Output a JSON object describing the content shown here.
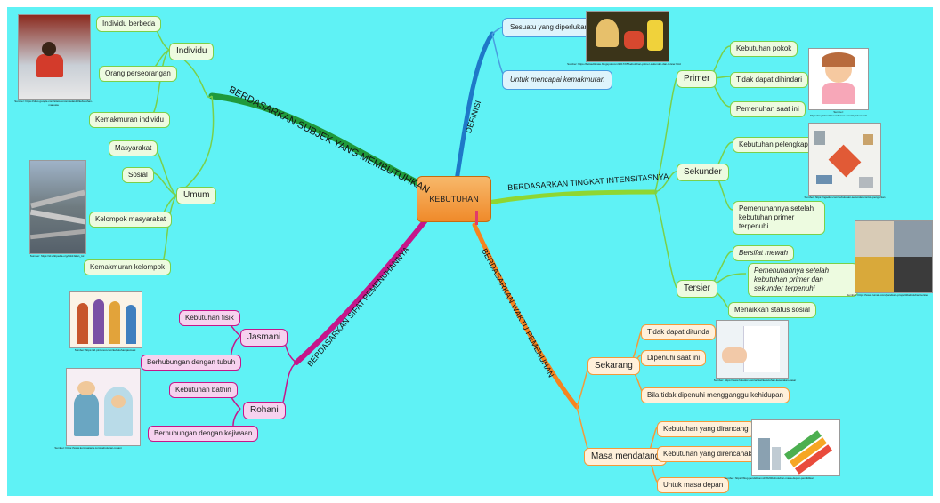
{
  "central": "KEBUTUHAN",
  "branches": {
    "subjek": "BERDASARKAN SUBJEK YANG MEMBUTUHKAN",
    "definisi": "DEFINISI",
    "intensitas": "BERDASARKAN TINGKAT INTENSITASNYA",
    "sifat": "BERDASARKAN SIFAT PEMENUHANNYA",
    "waktu": "BERDASARKAN WAKTU PEMENUHAN"
  },
  "subjek": {
    "individu": {
      "label": "Individu",
      "items": [
        "Individu berbeda",
        "Orang perseorangan",
        "Kemakmuran individu"
      ]
    },
    "umum": {
      "label": "Umum",
      "items": [
        "Masyarakat",
        "Sosial",
        "Kelompok masyarakat",
        "Kemakmuran kelompok"
      ]
    }
  },
  "definisi": {
    "items": [
      "Sesuatu yang diperlukan",
      "Untuk mencapai kemakmuran"
    ]
  },
  "intensitas": {
    "primer": {
      "label": "Primer",
      "items": [
        "Kebutuhan pokok",
        "Tidak dapat dihindari",
        "Pemenuhan saat ini"
      ]
    },
    "sekunder": {
      "label": "Sekunder",
      "items": [
        "Kebutuhan pelengkap",
        "Pemenuhannya setelah kebutuhan primer terpenuhi"
      ]
    },
    "tersier": {
      "label": "Tersier",
      "items": [
        "Bersifat mewah",
        "Pemenuhannya setelah kebutuhan primer dan sekunder terpenuhi",
        "Menaikkan status sosial"
      ]
    }
  },
  "sifat": {
    "jasmani": {
      "label": "Jasmani",
      "items": [
        "Kebutuhan fisik",
        "Berhubungan dengan tubuh"
      ]
    },
    "rohani": {
      "label": "Rohani",
      "items": [
        "Kebutuhan bathin",
        "Berhubungan dengan kejiwaan"
      ]
    }
  },
  "waktu": {
    "sekarang": {
      "label": "Sekarang",
      "items": [
        "Tidak dapat ditunda",
        "Dipenuhi saat ini",
        "Bila tidak dipenuhi mengganggu kehidupan"
      ]
    },
    "mendatang": {
      "label": "Masa mendatang",
      "items": [
        "Kebutuhan yang dirancang",
        "Kebutuhan yang direncanakan",
        "Untuk masa depan"
      ]
    }
  },
  "captions": {
    "individu": "Sumber: https://sites.google.com/site/ekonomikelas10/kebutuhan-manusia",
    "umum": "Sumber: https://id.wikipedia.org/wiki/Jalan_tol",
    "definisi": "Sumber: https://ketiaultimate.blogspot.com/2017/05/kebutuhan-primer-sekunder-dan-tersier.html",
    "primer": "Sumber: https://sugicitomblr.wordpress.com/tag/ekonomi/",
    "sekunder": "Sumber: https://ngaduk.com/kebutuhan-sekunder-contoh-pengertian",
    "tersier": "Sumber: https://www.rumah.com/panduan-properti/kebutuhan-tersier",
    "jasmani": "Sumber: https://id.pinterest.com/kebutuhan-jasmani",
    "rohani": "Sumber: https://www.kompasiana.com/kebutuhan-rohani",
    "sekarang": "Sumber: https://www.halodoc.com/artikel/kebutuhan-kesehatan-dasar",
    "mendatang": "Sumber: https://blog.pendidikan.id/2020/kebutuhan-masa-depan-pendidikan"
  }
}
